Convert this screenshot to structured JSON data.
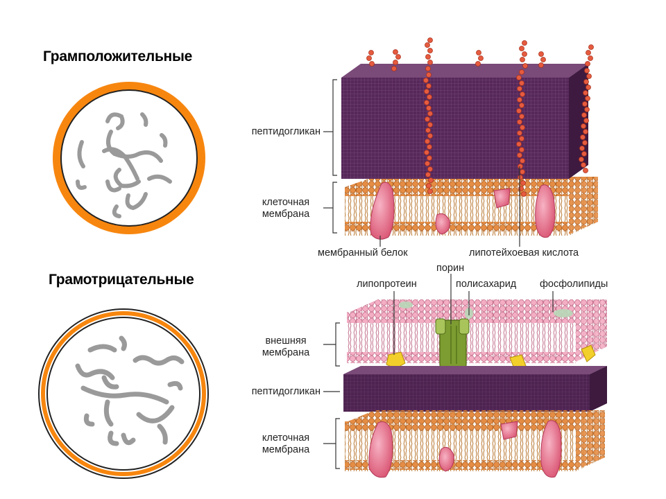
{
  "gram_positive": {
    "title": "Грамположительные",
    "labels": {
      "peptidoglycan": "пептидогликан",
      "cell_membrane_1": "клеточная",
      "cell_membrane_2": "мембрана",
      "membrane_protein": "мембранный белок",
      "lipoteichoic_acid": "липотейхоевая кислота"
    }
  },
  "gram_negative": {
    "title": "Грамотрицательные",
    "labels": {
      "porin": "порин",
      "lipoprotein": "липопротеин",
      "polysaccharide": "полисахарид",
      "phospholipids": "фосфолипиды",
      "outer_membrane_1": "внешняя",
      "outer_membrane_2": "мембрана",
      "peptidoglycan": "пептидогликан",
      "cell_membrane_1": "клеточная",
      "cell_membrane_2": "мембрана"
    }
  },
  "colors": {
    "wall_orange": "#f7860f",
    "nucleoid_gray": "#9a9a9a",
    "peptidoglycan_purple": "#5a2a58",
    "lipid_head_orange": "#e08a45",
    "lipid_head_pink": "#f2a4bc",
    "protein_pink": "#e6688a",
    "porin_green": "#7d9c31",
    "lipoprotein_yellow": "#f2cf2a",
    "teichoic_red": "#e0553a"
  }
}
